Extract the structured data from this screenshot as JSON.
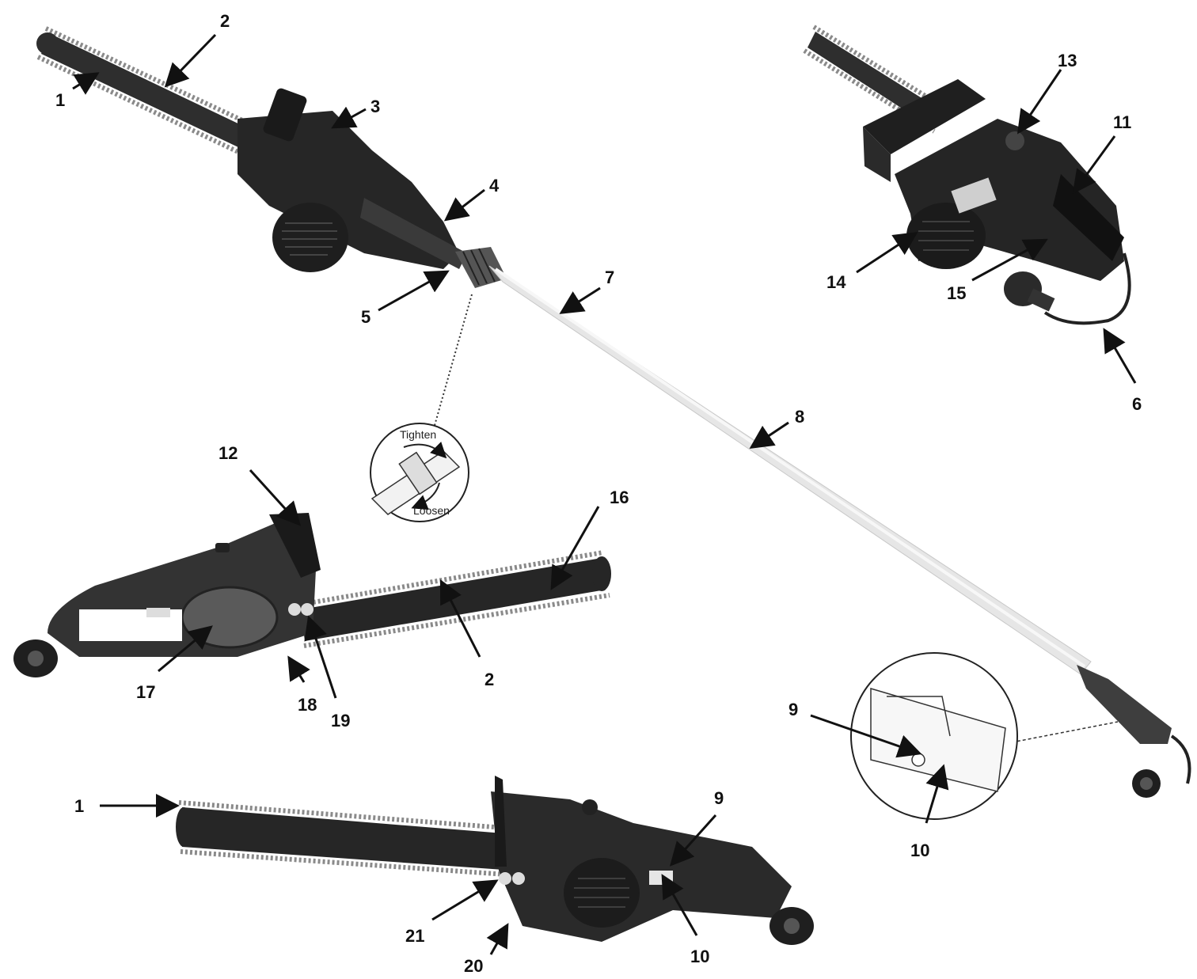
{
  "inset_pole_lock": {
    "tighten_label": "Tighten",
    "loosen_label": "Loosen"
  },
  "callouts": [
    {
      "id": "c1a",
      "label": "1"
    },
    {
      "id": "c2a",
      "label": "2"
    },
    {
      "id": "c3",
      "label": "3"
    },
    {
      "id": "c4",
      "label": "4"
    },
    {
      "id": "c5",
      "label": "5"
    },
    {
      "id": "c7",
      "label": "7"
    },
    {
      "id": "c13",
      "label": "13"
    },
    {
      "id": "c11",
      "label": "11"
    },
    {
      "id": "c14",
      "label": "14"
    },
    {
      "id": "c15",
      "label": "15"
    },
    {
      "id": "c6",
      "label": "6"
    },
    {
      "id": "c8",
      "label": "8"
    },
    {
      "id": "c12",
      "label": "12"
    },
    {
      "id": "c16",
      "label": "16"
    },
    {
      "id": "c17",
      "label": "17"
    },
    {
      "id": "c18",
      "label": "18"
    },
    {
      "id": "c19",
      "label": "19"
    },
    {
      "id": "c2b",
      "label": "2"
    },
    {
      "id": "c9a",
      "label": "9"
    },
    {
      "id": "c10a",
      "label": "10"
    },
    {
      "id": "c1b",
      "label": "1"
    },
    {
      "id": "c9b",
      "label": "9"
    },
    {
      "id": "c21",
      "label": "21"
    },
    {
      "id": "c20",
      "label": "20"
    },
    {
      "id": "c10b",
      "label": "10"
    }
  ]
}
